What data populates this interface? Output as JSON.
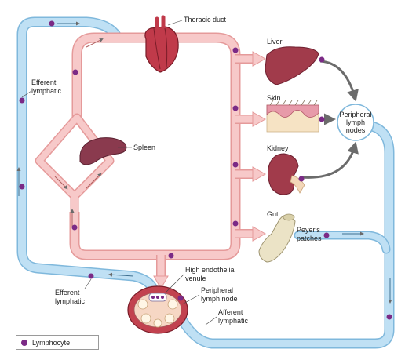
{
  "colors": {
    "lymph_vessel": "#bfe0f4",
    "lymph_vessel_edge": "#7fb8dc",
    "blood_vessel": "#f7c9c9",
    "blood_vessel_edge": "#e59a9a",
    "lymphocyte": "#7b2a86",
    "organ_red": "#b5424f",
    "organ_plum": "#8a3a4e",
    "arrow_gray": "#6b6b6b"
  },
  "labels": {
    "thoracic_duct": "Thoracic duct",
    "efferent_lymphatic_top": [
      "Efferent",
      "lymphatic"
    ],
    "spleen": "Spleen",
    "liver": "Liver",
    "skin": "Skin",
    "kidney": "Kidney",
    "gut": "Gut",
    "peyers_patches": [
      "Peyer's",
      "patches"
    ],
    "peripheral_lymph_nodes": [
      "Peripheral",
      "lymph",
      "nodes"
    ],
    "high_endothelial_venule": [
      "High endothelial",
      "venule"
    ],
    "peripheral_lymph_node": [
      "Peripheral",
      "lymph node"
    ],
    "afferent_lymphatic": [
      "Afferent",
      "lymphatic"
    ],
    "efferent_lymphatic_bottom": [
      "Efferent",
      "lymphatic"
    ]
  },
  "legend": {
    "icon": "lymphocyte-dot",
    "label": "Lymphocyte"
  }
}
